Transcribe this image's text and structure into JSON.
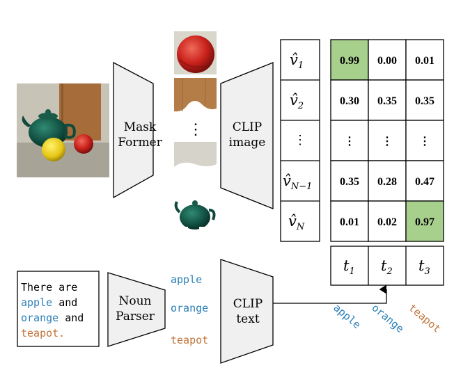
{
  "mask_former": {
    "line1": "Mask",
    "line2": "Former"
  },
  "clip_image": {
    "line1": "CLIP",
    "line2": "image"
  },
  "clip_text": {
    "line1": "CLIP",
    "line2": "text"
  },
  "noun_parser": {
    "line1": "Noun",
    "line2": "Parser"
  },
  "sentence": {
    "w1": "There are",
    "w2": "apple",
    "w3": "and",
    "w4": "orange",
    "w5": "and",
    "w6": "teapot."
  },
  "nouns": [
    "apple",
    "orange",
    "teapot"
  ],
  "rotated_labels": [
    "apple",
    "orange",
    "teapot"
  ],
  "mask_dots": "⋮",
  "vectors": {
    "v1": {
      "base": "v̂",
      "sub": "1"
    },
    "v2": {
      "base": "v̂",
      "sub": "2"
    },
    "vdots": "⋮",
    "vn1": {
      "base": "v̂",
      "sub": "N−1"
    },
    "vn": {
      "base": "v̂",
      "sub": "N"
    }
  },
  "scores": [
    [
      "0.99",
      "0.00",
      "0.01"
    ],
    [
      "0.30",
      "0.35",
      "0.35"
    ],
    [
      "⋮",
      "⋮",
      "⋮"
    ],
    [
      "0.35",
      "0.28",
      "0.47"
    ],
    [
      "0.01",
      "0.02",
      "0.97"
    ]
  ],
  "text_tokens": [
    {
      "base": "t",
      "sub": "1"
    },
    {
      "base": "t",
      "sub": "2"
    },
    {
      "base": "t",
      "sub": "3"
    }
  ],
  "colors": {
    "apple": "#2a7fb8",
    "orange": "#2a7fb8",
    "teapot": "#c0733a",
    "highlight": "#a8d08d",
    "trapezoid_fill": "#f0f0f0"
  },
  "icons": [
    "scene-photo",
    "apple-crop",
    "wood-crop",
    "wall-crop",
    "teapot-crop"
  ]
}
